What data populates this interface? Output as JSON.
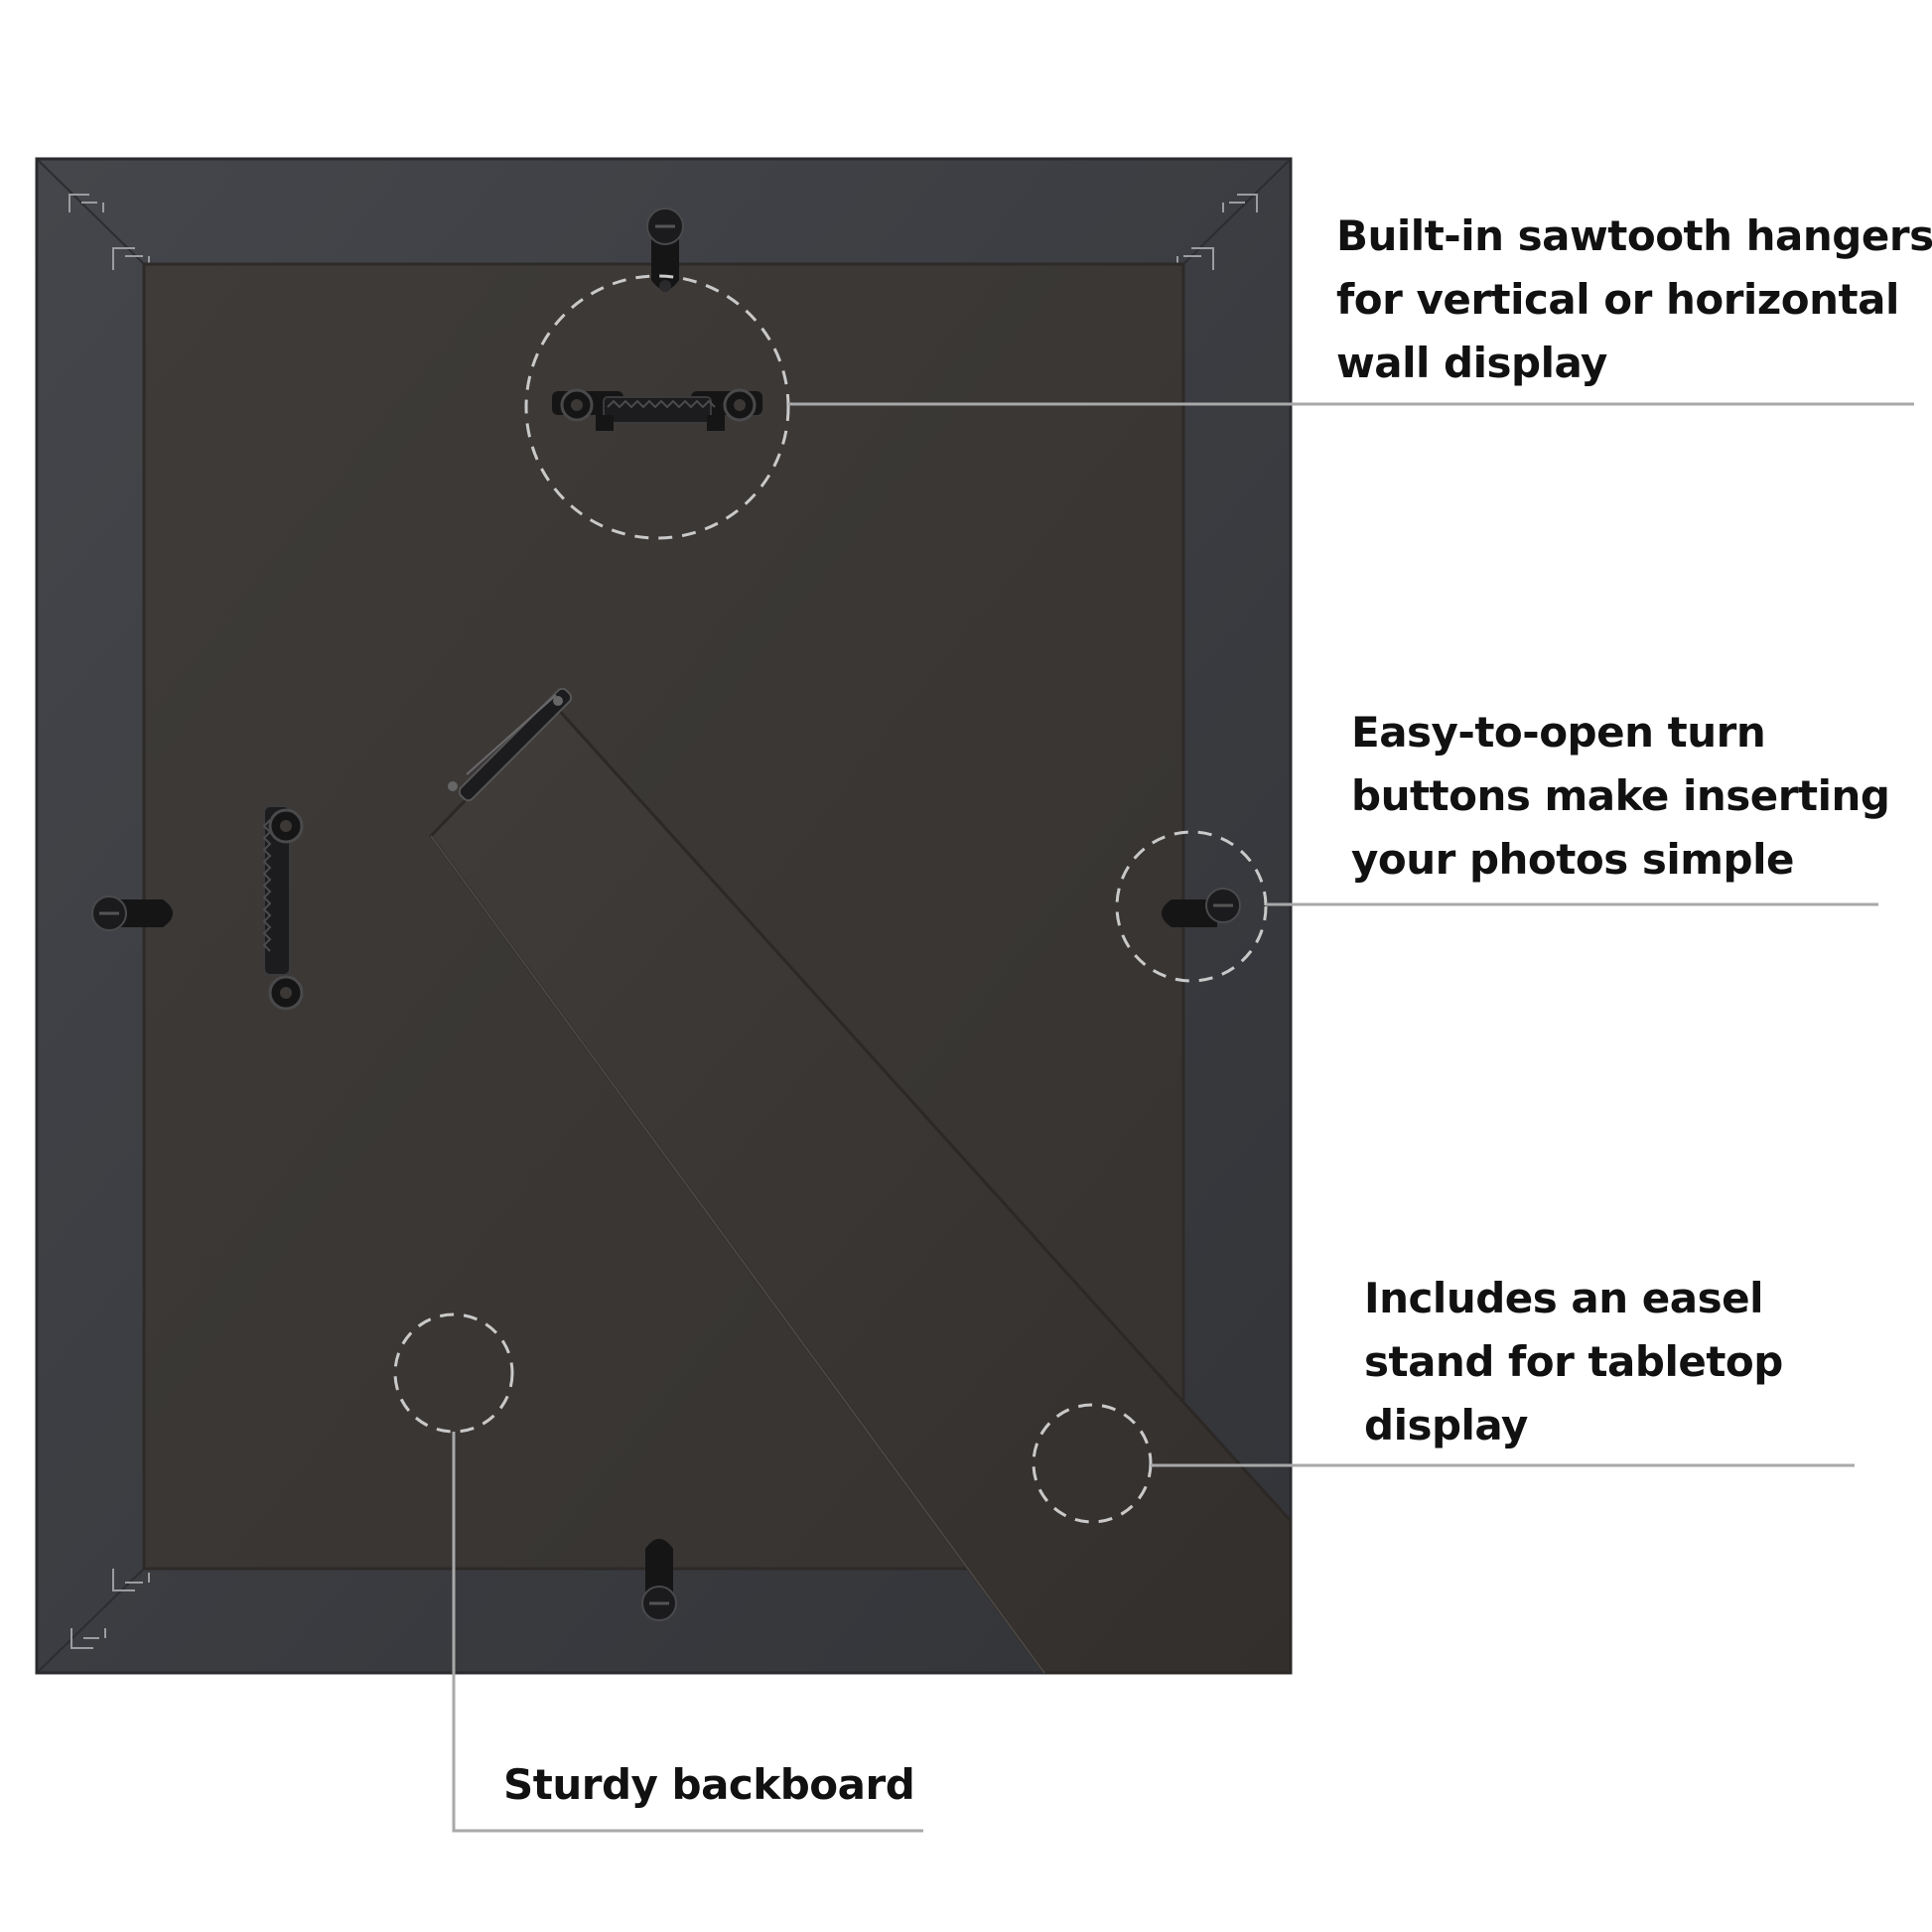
{
  "colors": {
    "background": "#ffffff",
    "frame": "#3a3b3f",
    "frame_edge": "#2a2b2e",
    "backboard": "#3b3836",
    "easel": "#3d3a38",
    "hardware": "#151516",
    "dashed_circle": "#c9c9c9",
    "leader_line": "#a8a8a8",
    "text": "#111111"
  },
  "callouts": {
    "hangers": {
      "lines": [
        "Built-in sawtooth hangers",
        "for vertical or horizontal",
        "wall display"
      ]
    },
    "turn_buttons": {
      "lines": [
        "Easy-to-open turn",
        "buttons make inserting",
        "your photos simple"
      ]
    },
    "easel": {
      "lines": [
        "Includes an easel",
        "stand for tabletop",
        "display"
      ]
    },
    "backboard": {
      "lines": [
        "Sturdy backboard"
      ]
    }
  },
  "icons": {
    "sawtooth_hanger": "sawtooth-hanger-icon",
    "turn_button": "turn-button-icon",
    "easel_hinge": "hinge-icon"
  }
}
